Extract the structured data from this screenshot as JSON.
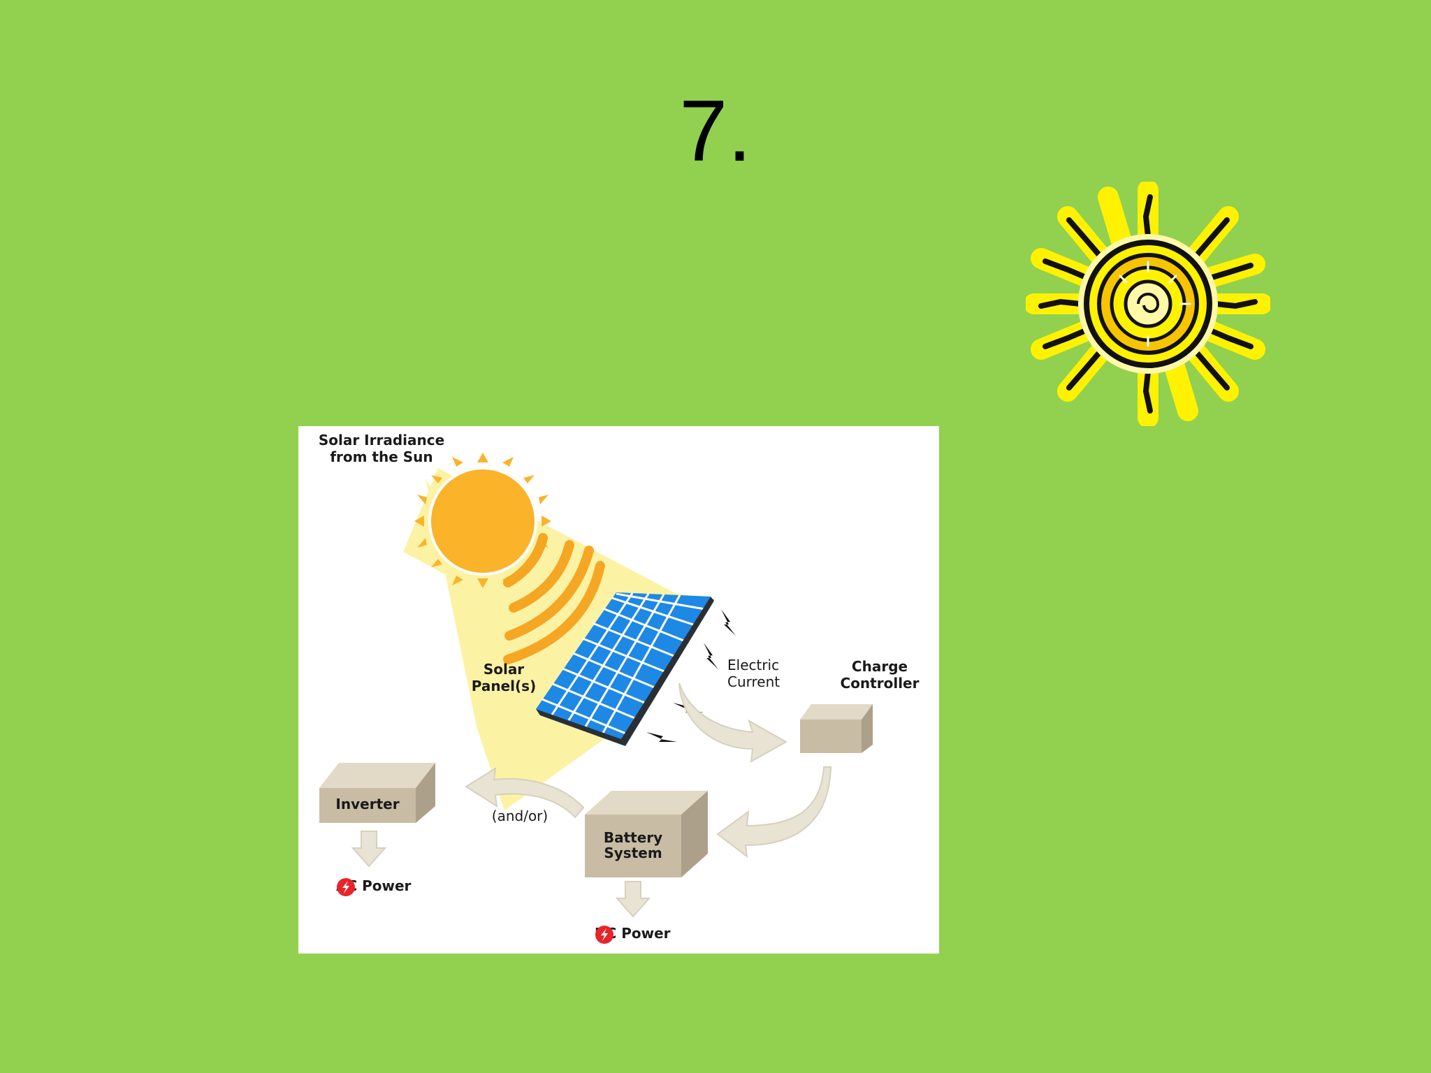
{
  "slide": {
    "title": "7.",
    "background_color": "#92d050"
  },
  "clipart": {
    "icon": "sun-icon",
    "colors": {
      "fill": "#fff200",
      "outline": "#111111",
      "glow": "#fff9a8"
    }
  },
  "diagram": {
    "sun_label": "Solar Irradiance\nfrom the Sun",
    "panel_label": "Solar\nPanel(s)",
    "current_label": "Electric\nCurrent",
    "controller_label": "Charge\nController",
    "inverter_label": "Inverter",
    "andor_label": "(and/or)",
    "battery_label": "Battery\nSystem",
    "ac_label": "AC Power",
    "dc_label": "DC Power",
    "icons": [
      "sun-icon",
      "solar-panel-icon",
      "lightning-bolt-icon",
      "power-icon"
    ],
    "colors": {
      "sun": "#fbb32a",
      "beam": "#fcf2a4",
      "waves": "#f5a623",
      "panel": "#1e88e5",
      "panel_grid": "#ffffff",
      "box_front": "#c8bca4",
      "box_top": "#e2d9c6",
      "box_side": "#ada08a",
      "arrow": "#e8e3d2",
      "power_icon": "#e8242b"
    }
  }
}
